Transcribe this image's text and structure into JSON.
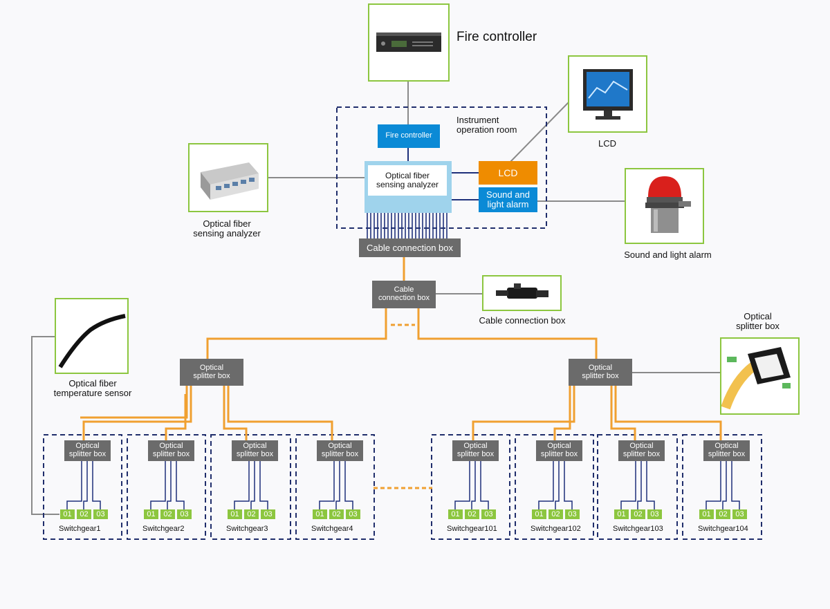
{
  "images": {
    "fire_controller": "Fire controller",
    "lcd": "LCD",
    "analyzer": "Optical fiber sensing analyzer",
    "alarm": "Sound and light alarm",
    "cable_box": "Cable connection box",
    "temp_sensor": "Optical fiber temperature sensor",
    "splitter": "Optical splitter box"
  },
  "room": {
    "title_line1": "Instrument",
    "title_line2": "operation room",
    "fire_controller": "Fire controller",
    "lcd": "LCD",
    "alarm_line1": "Sound and",
    "alarm_line2": "light alarm",
    "analyzer_line1": "Optical fiber",
    "analyzer_line2": "sensing analyzer"
  },
  "main_cable_box": "Cable connection box",
  "second_cable_box_line1": "Cable",
  "second_cable_box_line2": "connection box",
  "top_splitters": [
    {
      "line1": "Optical",
      "line2": "splitter box"
    },
    {
      "line1": "Optical",
      "line2": "splitter box"
    }
  ],
  "captions": {
    "fire_controller": "Fire controller",
    "lcd": "LCD",
    "analyzer_line1": "Optical fiber",
    "analyzer_line2": "sensing analyzer",
    "alarm": "Sound and light alarm",
    "cable_box": "Cable connection box",
    "temp_sensor_line1": "Optical fiber",
    "temp_sensor_line2": "temperature sensor",
    "splitter_line1": "Optical",
    "splitter_line2": "splitter box"
  },
  "switchgears": [
    {
      "name": "Switchgear1",
      "splitter_line1": "Optical",
      "splitter_line2": "splitter box",
      "ports": [
        "01",
        "02",
        "03"
      ]
    },
    {
      "name": "Switchgear2",
      "splitter_line1": "Optical",
      "splitter_line2": "splitter box",
      "ports": [
        "01",
        "02",
        "03"
      ]
    },
    {
      "name": "Switchgear3",
      "splitter_line1": "Optical",
      "splitter_line2": "splitter box",
      "ports": [
        "01",
        "02",
        "03"
      ]
    },
    {
      "name": "Switchgear4",
      "splitter_line1": "Optical",
      "splitter_line2": "splitter box",
      "ports": [
        "01",
        "02",
        "03"
      ]
    },
    {
      "name": "Switchgear101",
      "splitter_line1": "Optical",
      "splitter_line2": "splitter box",
      "ports": [
        "01",
        "02",
        "03"
      ]
    },
    {
      "name": "Switchgear102",
      "splitter_line1": "Optical",
      "splitter_line2": "splitter box",
      "ports": [
        "01",
        "02",
        "03"
      ]
    },
    {
      "name": "Switchgear103",
      "splitter_line1": "Optical",
      "splitter_line2": "splitter box",
      "ports": [
        "01",
        "02",
        "03"
      ]
    },
    {
      "name": "Switchgear104",
      "splitter_line1": "Optical",
      "splitter_line2": "splitter box",
      "ports": [
        "01",
        "02",
        "03"
      ]
    }
  ],
  "colors": {
    "frame_green": "#8cc63f",
    "node_gray": "#6b6b6b",
    "node_blue": "#0b8ad6",
    "node_orange": "#ef8c00",
    "cable_orange": "#f0a030",
    "link_gray": "#8a8a8a",
    "dash_navy": "#1f2d6b",
    "fiber_navy": "#1d2f7a",
    "analyzer_blue": "#9fd3ec"
  }
}
